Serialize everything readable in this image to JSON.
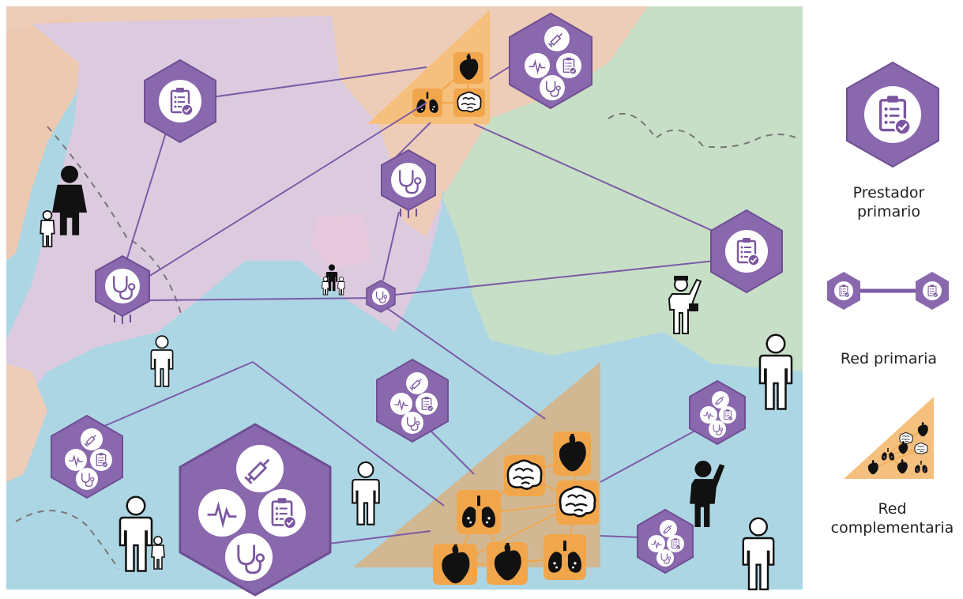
{
  "legend": {
    "prestador_primario": "Prestador primario",
    "red_primaria": "Red primaria",
    "red_complementaria": "Red complementaria"
  },
  "colors": {
    "purple_region": "#dccbdf",
    "salmon_region": "#eecdb8",
    "green_region": "#c8dfc7",
    "blue_region": "#acd6e4",
    "hexagon": "#8a68ad",
    "hexagon_dark": "#6f4f94",
    "connection_line": "#7d5ba6",
    "complementary_network": "#f5c07e",
    "organ_tile": "#f2a64b",
    "person_fill": "#ffffff",
    "person_dark": "#111111"
  },
  "icons": {
    "primary_provider": "clipboard-check-icon",
    "specialist": "stethoscope-icon",
    "services": [
      "syringe-icon",
      "heartbeat-icon",
      "clipboard-check-icon",
      "stethoscope-icon"
    ],
    "organs": [
      "heart-icon",
      "lungs-icon",
      "brain-icon"
    ],
    "people": [
      "person-icon",
      "adult-child-icon",
      "woman-child-icon",
      "waving-person-icon",
      "mail-carrier-icon"
    ]
  }
}
